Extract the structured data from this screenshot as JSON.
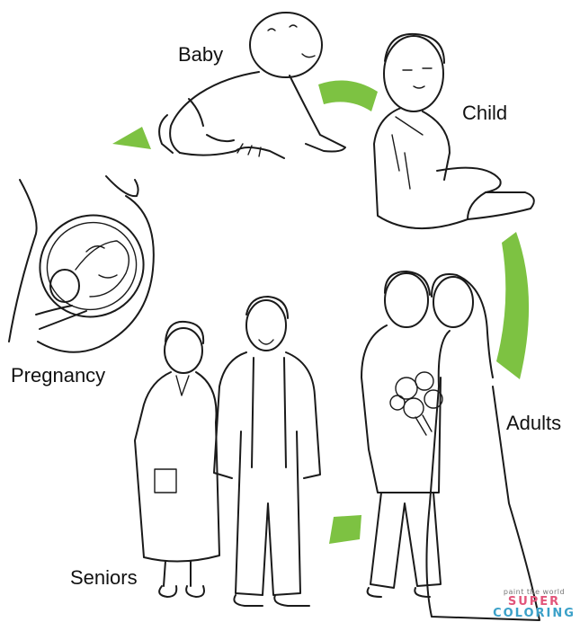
{
  "stages": {
    "baby": "Baby",
    "child": "Child",
    "adults": "Adults",
    "seniors": "Seniors",
    "pregnancy": "Pregnancy"
  },
  "arrow_color": "#7dc242",
  "watermark": {
    "line1": "paint the world",
    "line2": "SUPER",
    "line3": "COLORING"
  }
}
